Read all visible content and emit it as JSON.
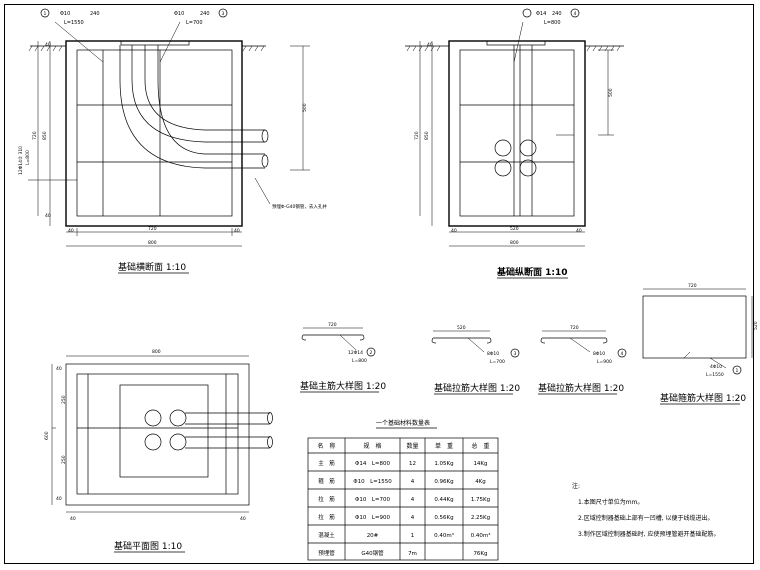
{
  "views": {
    "cross_section": {
      "title": "基础横断面 1:10",
      "bar_a": {
        "code": "Φ10",
        "num": "1",
        "len": "L=1550",
        "hook": "240"
      },
      "bar_b": {
        "code": "Φ10",
        "num": "3",
        "len": "L=700",
        "hook": "240"
      },
      "bar_side": "12Φ14② 310",
      "bar_side_len": "L=800",
      "dims": {
        "top": "40",
        "h850": "850",
        "h720": "720",
        "h500": "500",
        "bottom": "40",
        "w720": "720",
        "w800": "800",
        "left40": "40",
        "right40": "40"
      },
      "pipe_note": "预埋Φ-G40钢管，去入孔井"
    },
    "long_section": {
      "title": "基础纵断面 1:10",
      "bar": {
        "code": "Φ14",
        "num": "4",
        "len": "L=800",
        "hook": "240"
      },
      "dims": {
        "h850": "850",
        "h720": "720",
        "h500": "500",
        "w520": "520",
        "w800": "800",
        "left40": "40",
        "right40": "40",
        "top": "40"
      }
    },
    "plan": {
      "title": "基础平面图 1:10",
      "dims": {
        "w800": "800",
        "h600": "600",
        "d250a": "250",
        "d250b": "250",
        "l40": "40",
        "r40": "40",
        "t40": "40",
        "b40": "40"
      }
    },
    "detail_main": {
      "title": "基础主筋大样图 1:20",
      "w": "720",
      "spec": "12Φ14",
      "len": "L=800",
      "num": "2"
    },
    "detail_tie": {
      "title": "基础拉筋大样图 1:20",
      "w": "520",
      "spec": "8Φ10",
      "len": "L=700",
      "num": "3"
    },
    "detail_tie2": {
      "title": "基础拉筋大样图 1:20",
      "w": "720",
      "spec": "8Φ10",
      "len": "L=900",
      "num": "4"
    },
    "detail_stirrup": {
      "title": "基础箍筋大样图 1:20",
      "w": "720",
      "h": "520",
      "spec": "4Φ10",
      "len": "L=1550",
      "num": "1"
    }
  },
  "table": {
    "title": "一个基础材料数量表",
    "headers": [
      "名　称",
      "规　格",
      "数量",
      "单　重",
      "总　重"
    ],
    "rows": [
      [
        "主　筋",
        "Φ14　L=800",
        "12",
        "1.05Kg",
        "14Kg"
      ],
      [
        "箍　筋",
        "Φ10　L=1550",
        "4",
        "0.96Kg",
        "4Kg"
      ],
      [
        "拉　筋",
        "Φ10　L=700",
        "4",
        "0.44Kg",
        "1.75Kg"
      ],
      [
        "拉　筋",
        "Φ10　L=900",
        "4",
        "0.56Kg",
        "2.25Kg"
      ],
      [
        "混凝土",
        "20#",
        "1",
        "0.40m³",
        "0.40m³"
      ],
      [
        "预埋管",
        "G40钢管",
        "7m",
        "",
        "76Kg"
      ]
    ]
  },
  "notes": {
    "title": "注:",
    "items": [
      "1.本图尺寸单位为mm。",
      "2.区域控制器基础上部有一凹槽, 以便于线缆进出。",
      "3.制作区域控制器基础时, 应使预埋管避开基础配筋。"
    ]
  }
}
